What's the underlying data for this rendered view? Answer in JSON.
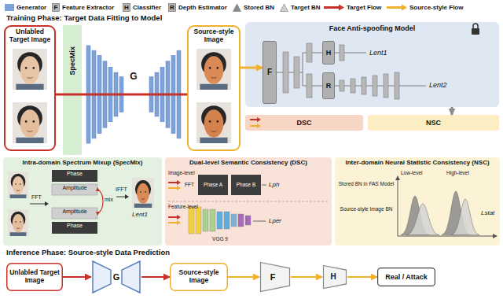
{
  "diagram": {
    "nodes": [
      {
        "text": [
          "Unlabled Target Image"
        ]
      },
      {
        "text": [
          "SpecMix"
        ]
      },
      {
        "text": [
          "G"
        ]
      },
      {
        "text": [
          "Source-style Image"
        ]
      },
      {
        "text": [
          "Face Anti-spoofing Model"
        ]
      },
      {
        "text": [
          "F"
        ],
        "in": 4
      },
      {
        "text": [
          "H"
        ],
        "in": 4
      },
      {
        "text": [
          "R"
        ],
        "in": 4
      },
      {
        "text": [
          "DSC"
        ]
      },
      {
        "text": [
          "NSC"
        ]
      },
      {
        "text": [
          "Intra-domain Spectrum Mixup (SpecMix)"
        ]
      },
      {
        "text": [
          "Dual-level Semantic Consistency (DSC)"
        ]
      },
      {
        "text": [
          "Inter-domain Neural Statistic Consistency (NSC)"
        ]
      },
      {
        "text": [
          "Unlabled Target Image"
        ]
      },
      {
        "text": [
          "G"
        ]
      },
      {
        "text": [
          "Source-style Image"
        ]
      },
      {
        "text": [
          "F"
        ]
      },
      {
        "text": [
          "H"
        ]
      },
      {
        "text": [
          "Real / Attack"
        ]
      }
    ],
    "edges": [
      {
        "from": 0,
        "to": 1,
        "arrow": "none"
      },
      {
        "from": 1,
        "to": 2,
        "arrow": "none"
      },
      {
        "from": 2,
        "to": 3,
        "arrow": "none"
      },
      {
        "from": 3,
        "to": 5,
        "arrow": "to"
      },
      {
        "from": 4,
        "to": 9,
        "arrow": "to"
      },
      {
        "from": 13,
        "to": 14,
        "arrow": "to"
      },
      {
        "from": 14,
        "to": 15,
        "arrow": "to"
      },
      {
        "from": 15,
        "to": 16,
        "arrow": "to"
      },
      {
        "from": 16,
        "to": 17,
        "arrow": "to"
      },
      {
        "from": 17,
        "to": 18,
        "arrow": "to"
      }
    ],
    "labels": [
      "Training Phase: Target Data Fitting to Model",
      "F",
      "H",
      "R",
      "Lent1",
      "Lent2",
      "Phase",
      "Amplitude",
      "mix",
      "Amplitude",
      "Phase",
      "FFT",
      "IFFT",
      "Lent1",
      "Image-level",
      "FFT",
      "Phase A",
      "Phase B",
      "Lph",
      "Feature-level",
      "VGG 9",
      "Lper",
      "Low-level",
      "High-level",
      "Stored BN in FAS Model",
      "Source-style Image BN",
      "Lstat",
      "Inference Phase: Source-style Data Prediction"
    ],
    "legend": [
      {
        "text": "Generator",
        "color": "#7ea3d8"
      },
      {
        "text": "Feature Extractor"
      },
      {
        "text": "Classifier"
      },
      {
        "text": "Depth Estimator"
      },
      {
        "text": "Stored BN"
      },
      {
        "text": "Target BN"
      },
      {
        "text": "Target Flow"
      },
      {
        "text": "Source-style Flow"
      }
    ]
  }
}
